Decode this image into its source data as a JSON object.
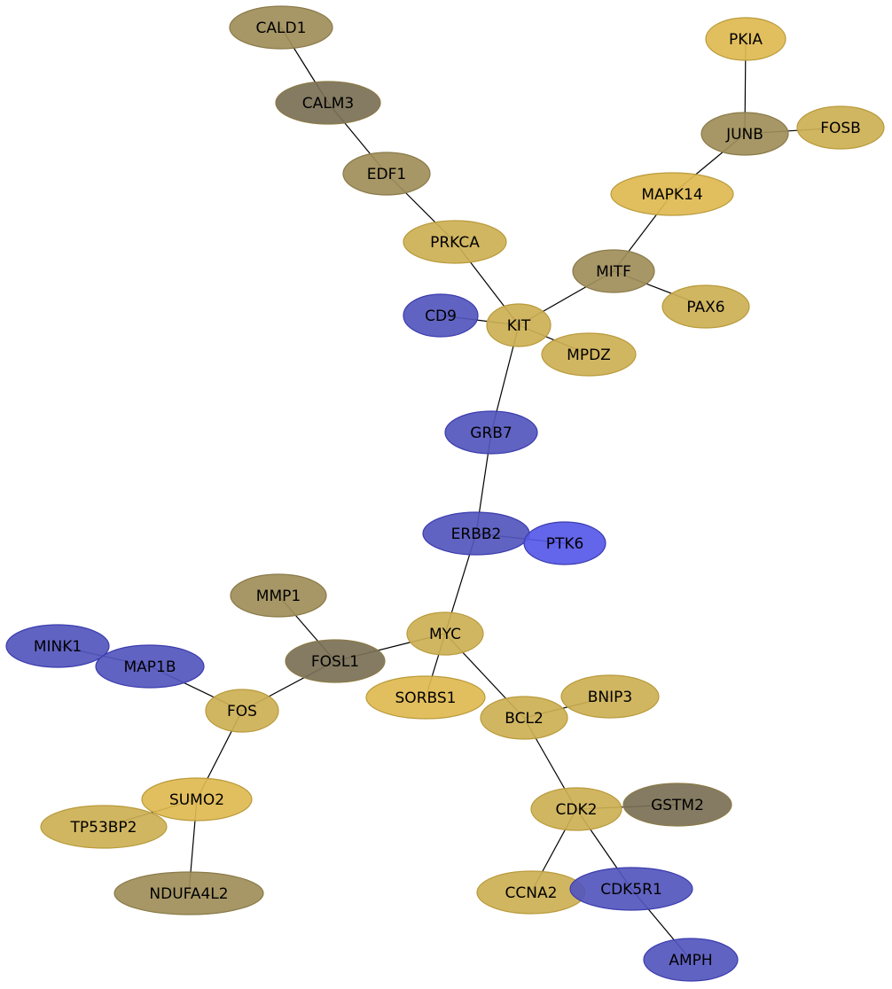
{
  "colors": {
    "olive": "#a08e5a",
    "dark_olive": "#7a7055",
    "gold": "#cdb055",
    "yellow": "#dfba50",
    "blue": "#5456bd",
    "bright_blue": "#5658e8",
    "stroke_olive": "#8a7a48",
    "stroke_gold": "#b99a3a",
    "stroke_blue": "#3b3cae"
  },
  "nodes": [
    {
      "id": "CALD1",
      "label": "CALD1",
      "color": "olive"
    },
    {
      "id": "CALM3",
      "label": "CALM3",
      "color": "dark_olive"
    },
    {
      "id": "EDF1",
      "label": "EDF1",
      "color": "olive"
    },
    {
      "id": "PRKCA",
      "label": "PRKCA",
      "color": "gold"
    },
    {
      "id": "PKIA",
      "label": "PKIA",
      "color": "yellow"
    },
    {
      "id": "JUNB",
      "label": "JUNB",
      "color": "olive"
    },
    {
      "id": "FOSB",
      "label": "FOSB",
      "color": "gold"
    },
    {
      "id": "MAPK14",
      "label": "MAPK14",
      "color": "yellow"
    },
    {
      "id": "MITF",
      "label": "MITF",
      "color": "olive"
    },
    {
      "id": "PAX6",
      "label": "PAX6",
      "color": "gold"
    },
    {
      "id": "CD9",
      "label": "CD9",
      "color": "blue"
    },
    {
      "id": "KIT",
      "label": "KIT",
      "color": "gold"
    },
    {
      "id": "MPDZ",
      "label": "MPDZ",
      "color": "gold"
    },
    {
      "id": "GRB7",
      "label": "GRB7",
      "color": "blue"
    },
    {
      "id": "ERBB2",
      "label": "ERBB2",
      "color": "blue"
    },
    {
      "id": "PTK6",
      "label": "PTK6",
      "color": "bright_blue"
    },
    {
      "id": "MMP1",
      "label": "MMP1",
      "color": "olive"
    },
    {
      "id": "MYC",
      "label": "MYC",
      "color": "gold"
    },
    {
      "id": "FOSL1",
      "label": "FOSL1",
      "color": "dark_olive"
    },
    {
      "id": "MINK1",
      "label": "MINK1",
      "color": "blue"
    },
    {
      "id": "MAP1B",
      "label": "MAP1B",
      "color": "blue"
    },
    {
      "id": "FOS",
      "label": "FOS",
      "color": "gold"
    },
    {
      "id": "SORBS1",
      "label": "SORBS1",
      "color": "yellow"
    },
    {
      "id": "BNIP3",
      "label": "BNIP3",
      "color": "gold"
    },
    {
      "id": "BCL2",
      "label": "BCL2",
      "color": "gold"
    },
    {
      "id": "SUMO2",
      "label": "SUMO2",
      "color": "yellow"
    },
    {
      "id": "TP53BP2",
      "label": "TP53BP2",
      "color": "gold"
    },
    {
      "id": "NDUFA4L2",
      "label": "NDUFA4L2",
      "color": "olive"
    },
    {
      "id": "CDK2",
      "label": "CDK2",
      "color": "gold"
    },
    {
      "id": "GSTM2",
      "label": "GSTM2",
      "color": "dark_olive"
    },
    {
      "id": "CCNA2",
      "label": "CCNA2",
      "color": "gold"
    },
    {
      "id": "CDK5R1",
      "label": "CDK5R1",
      "color": "blue"
    },
    {
      "id": "AMPH",
      "label": "AMPH",
      "color": "blue"
    }
  ],
  "edges": [
    [
      "CALD1",
      "CALM3"
    ],
    [
      "CALM3",
      "EDF1"
    ],
    [
      "EDF1",
      "PRKCA"
    ],
    [
      "PRKCA",
      "KIT"
    ],
    [
      "PKIA",
      "JUNB"
    ],
    [
      "JUNB",
      "FOSB"
    ],
    [
      "JUNB",
      "MAPK14"
    ],
    [
      "MAPK14",
      "MITF"
    ],
    [
      "MITF",
      "PAX6"
    ],
    [
      "MITF",
      "KIT"
    ],
    [
      "CD9",
      "KIT"
    ],
    [
      "KIT",
      "MPDZ"
    ],
    [
      "KIT",
      "GRB7"
    ],
    [
      "GRB7",
      "ERBB2"
    ],
    [
      "ERBB2",
      "PTK6"
    ],
    [
      "ERBB2",
      "MYC"
    ],
    [
      "MYC",
      "FOSL1"
    ],
    [
      "MYC",
      "SORBS1"
    ],
    [
      "MYC",
      "BCL2"
    ],
    [
      "MMP1",
      "FOSL1"
    ],
    [
      "FOSL1",
      "FOS"
    ],
    [
      "MINK1",
      "MAP1B"
    ],
    [
      "MAP1B",
      "FOS"
    ],
    [
      "FOS",
      "SUMO2"
    ],
    [
      "SUMO2",
      "TP53BP2"
    ],
    [
      "SUMO2",
      "NDUFA4L2"
    ],
    [
      "BCL2",
      "BNIP3"
    ],
    [
      "BCL2",
      "CDK2"
    ],
    [
      "CDK2",
      "GSTM2"
    ],
    [
      "CDK2",
      "CCNA2"
    ],
    [
      "CDK2",
      "CDK5R1"
    ],
    [
      "CDK5R1",
      "AMPH"
    ]
  ]
}
